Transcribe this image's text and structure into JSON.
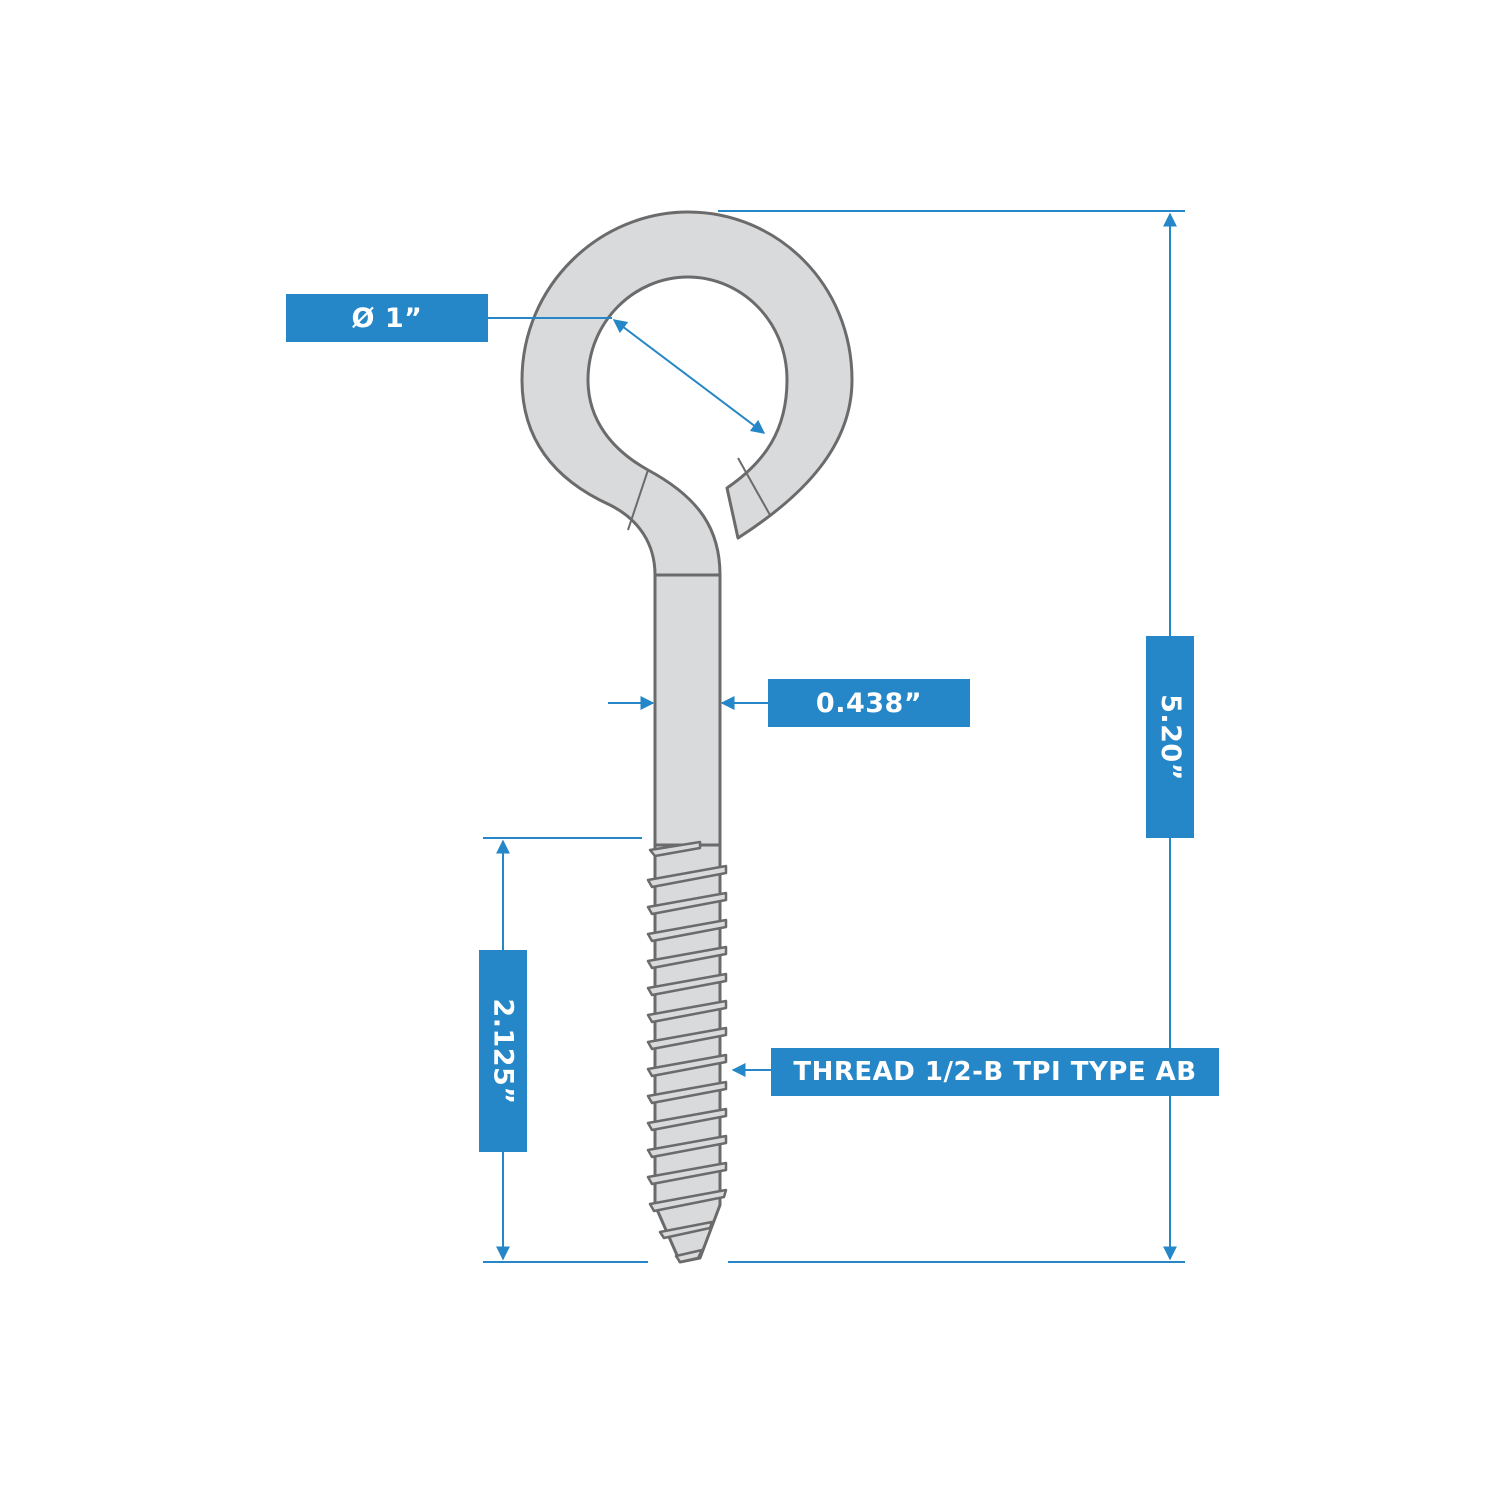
{
  "diagram": {
    "subject": "Eye screw / screw eye bolt",
    "colors": {
      "dimension_line": "#2587c8",
      "label_background": "#2587c8",
      "label_text": "#ffffff",
      "part_fill": "#d9dadc",
      "part_outline": "#6b6b6b"
    },
    "dimensions": {
      "eye_inner_diameter": {
        "label": "Ø  1”"
      },
      "shank_diameter": {
        "label": "0.438”"
      },
      "overall_length": {
        "label": "5.20”"
      },
      "thread_length": {
        "label": "2.125”"
      },
      "thread_spec": {
        "label": "THREAD 1/2-B TPI TYPE AB"
      }
    }
  }
}
